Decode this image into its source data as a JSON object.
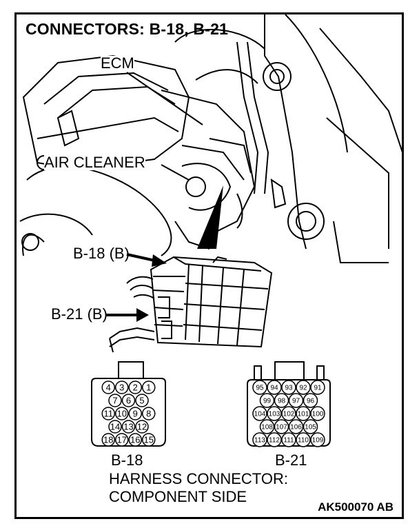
{
  "title": "CONNECTORS: B-18, B-21",
  "labels": {
    "ecm": "ECM",
    "air_cleaner": "AIR CLEANER",
    "b18_pointer": "B-18 (B)",
    "b21_pointer": "B-21 (B)",
    "b18_caption": "B-18",
    "b21_caption": "B-21",
    "harness_line1": "HARNESS CONNECTOR:",
    "harness_line2": "COMPONENT SIDE"
  },
  "figure_code": "AK500070 AB",
  "connector_b18": {
    "rows": [
      [
        "4",
        "3",
        "2",
        "1"
      ],
      [
        "7",
        "6",
        "5"
      ],
      [
        "11",
        "10",
        "9",
        "8"
      ],
      [
        "14",
        "13",
        "12"
      ],
      [
        "18",
        "17",
        "16",
        "15"
      ]
    ]
  },
  "connector_b21": {
    "rows": [
      [
        "95",
        "94",
        "93",
        "92",
        "91"
      ],
      [
        "99",
        "98",
        "97",
        "96"
      ],
      [
        "104",
        "103",
        "102",
        "101",
        "100"
      ],
      [
        "108",
        "107",
        "106",
        "105"
      ],
      [
        "113",
        "112",
        "111",
        "110",
        "109"
      ]
    ]
  }
}
